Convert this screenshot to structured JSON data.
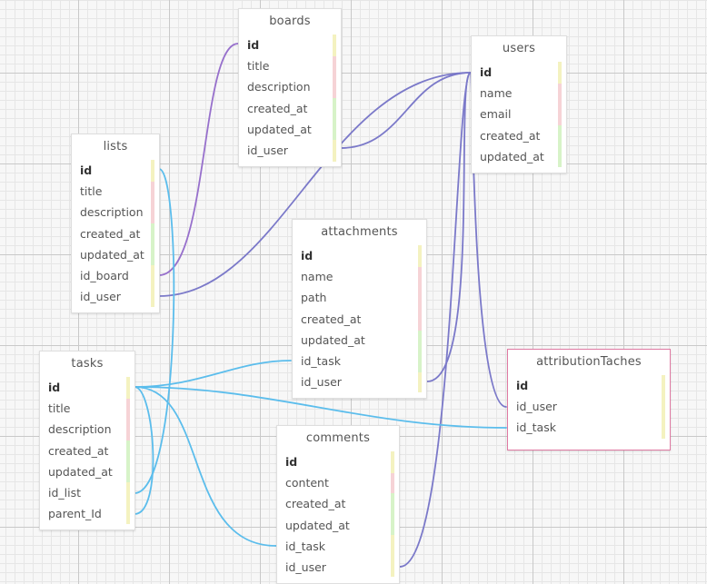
{
  "colors": {
    "link_purple": "#7b79c9",
    "link_violet": "#9770cc",
    "link_blue": "#5bbdec",
    "selected_border": "#e07aa3"
  },
  "tables": [
    {
      "key": "boards",
      "name": "boards",
      "fields": [
        "id",
        "title",
        "description",
        "created_at",
        "updated_at",
        "id_user"
      ]
    },
    {
      "key": "users",
      "name": "users",
      "fields": [
        "id",
        "name",
        "email",
        "created_at",
        "updated_at"
      ]
    },
    {
      "key": "lists",
      "name": "lists",
      "fields": [
        "id",
        "title",
        "description",
        "created_at",
        "updated_at",
        "id_board",
        "id_user"
      ]
    },
    {
      "key": "attachments",
      "name": "attachments",
      "fields": [
        "id",
        "name",
        "path",
        "created_at",
        "updated_at",
        "id_task",
        "id_user"
      ]
    },
    {
      "key": "tasks",
      "name": "tasks",
      "fields": [
        "id",
        "title",
        "description",
        "created_at",
        "updated_at",
        "id_list",
        "parent_Id"
      ]
    },
    {
      "key": "attribution",
      "name": "attributionTaches",
      "selected": true,
      "fields": [
        "id",
        "id_user",
        "id_task"
      ]
    },
    {
      "key": "comments",
      "name": "comments",
      "fields": [
        "id",
        "content",
        "created_at",
        "updated_at",
        "id_task",
        "id_user"
      ]
    }
  ]
}
